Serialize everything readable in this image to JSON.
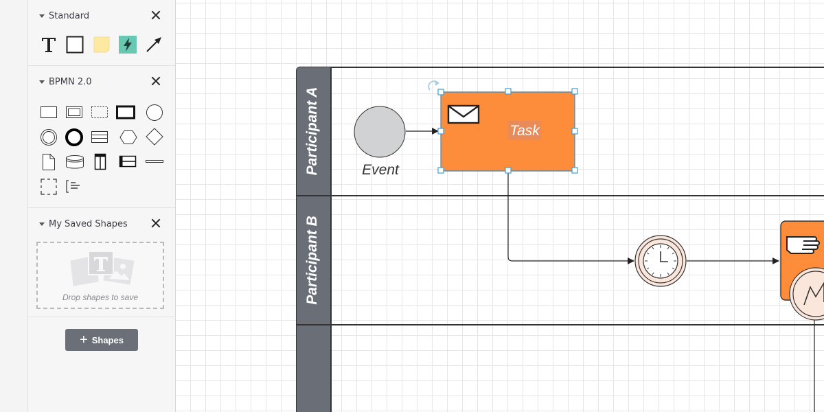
{
  "panel": {
    "sections": [
      {
        "title": "Standard"
      },
      {
        "title": "BPMN 2.0"
      },
      {
        "title": "My Saved Shapes",
        "drop_hint": "Drop shapes to save"
      }
    ],
    "shapes_button": "Shapes",
    "standard_tools": [
      "text-tool-icon",
      "rectangle-tool-icon",
      "sticky-note-icon",
      "action-shape-icon",
      "arrow-line-icon"
    ],
    "bpmn_tools": [
      "task-shape-icon",
      "subprocess-shape-icon",
      "group-shape-icon",
      "call-activity-icon",
      "start-event-icon",
      "intermediate-event-icon",
      "end-event-icon",
      "pool-shape-icon",
      "conversation-shape-icon",
      "gateway-shape-icon",
      "data-object-icon",
      "data-store-icon",
      "vertical-lane-icon",
      "horizontal-lane-icon",
      "line-shape-icon",
      "expanded-group-icon",
      "annotation-shape-icon"
    ]
  },
  "diagram": {
    "lanes": [
      "Participant A",
      "Participant B",
      ""
    ],
    "task_label": "Task",
    "event_label": "Event",
    "colors": {
      "task_fill": "#fd8c3b",
      "lane_header": "#6a6f77",
      "selection": "#3d9fd6",
      "event_fill": "#d1d2d4",
      "timer_fill": "#fbe6dc"
    }
  }
}
